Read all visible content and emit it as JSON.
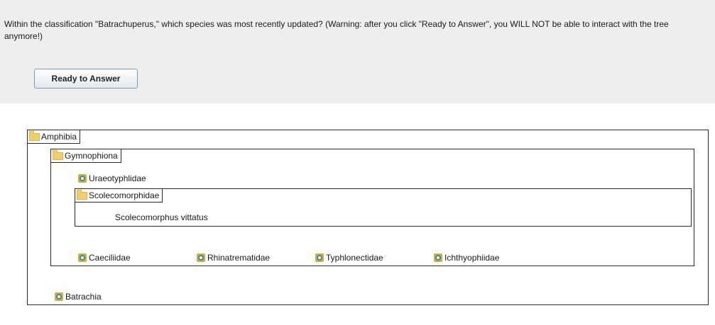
{
  "prompt": {
    "question": "Within the classification \"Batrachuperus,\" which species was most recently updated? (Warning: after you click \"Ready to Answer\", you WILL NOT be able to interact with the tree anymore!)",
    "ready_button_label": "Ready to Answer"
  },
  "tree": {
    "root": {
      "label": "Amphibia",
      "icon": "folder-icon",
      "children": {
        "gymnophiona": {
          "label": "Gymnophiona",
          "icon": "folder-icon",
          "children": {
            "uraeotyphlidae": {
              "label": "Uraeotyphlidae",
              "icon": "leaf-node-icon"
            },
            "scolecomorphidae": {
              "label": "Scolecomorphidae",
              "icon": "folder-icon",
              "children": {
                "species": {
                  "label": "Scolecomorphus vittatus"
                }
              }
            },
            "caeciliidae": {
              "label": "Caeciliidae",
              "icon": "leaf-node-icon"
            },
            "rhinatrematidae": {
              "label": "Rhinatrematidae",
              "icon": "leaf-node-icon"
            },
            "typhlonectidae": {
              "label": "Typhlonectidae",
              "icon": "leaf-node-icon"
            },
            "ichthyophiidae": {
              "label": "Ichthyophiidae",
              "icon": "leaf-node-icon"
            }
          }
        },
        "batrachia": {
          "label": "Batrachia",
          "icon": "leaf-node-icon"
        }
      }
    }
  },
  "colors": {
    "panel_background": "#eeeeee",
    "folder": "#f2cd6a",
    "leaf_icon_ring": "#2f8fa8",
    "leaf_icon_base": "#d9a93b",
    "border": "#2a2a2a"
  }
}
